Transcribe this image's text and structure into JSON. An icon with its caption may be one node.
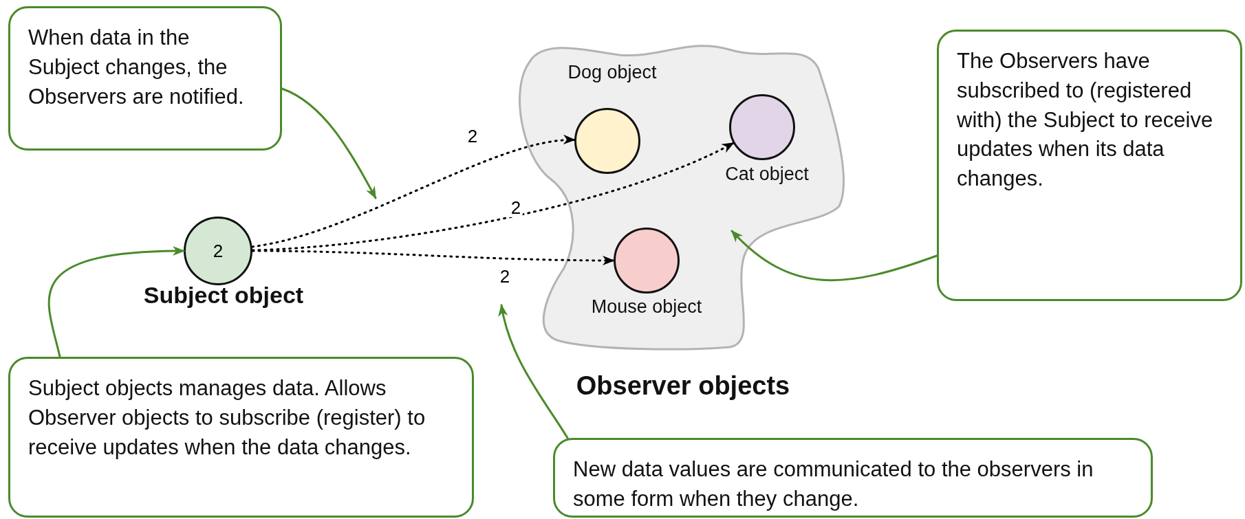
{
  "diagram": {
    "nodes": [
      {
        "text": [
          "When data in the Subject changes, the Observers are notified."
        ]
      },
      {
        "text": [
          "2",
          "Subject object"
        ]
      },
      {
        "text": [
          "Observer objects"
        ]
      },
      {
        "text": [
          "Dog object"
        ],
        "in": 2
      },
      {
        "text": [
          "Cat object"
        ],
        "in": 2
      },
      {
        "text": [
          "Mouse object"
        ],
        "in": 2
      },
      {
        "text": [
          "The Observers have subscribed to (registered with) the Subject to receive updates when its data changes."
        ]
      },
      {
        "text": [
          "Subject objects manages data. Allows Observer objects to subscribe (register) to receive updates when the data changes."
        ]
      },
      {
        "text": [
          "New data values are communicated to the observers in some form when they change."
        ]
      }
    ],
    "edges": [
      {
        "from": 1,
        "to": 3,
        "arrow": "to",
        "label": "2",
        "style": "dashed",
        "color": "#000000"
      },
      {
        "from": 1,
        "to": 4,
        "arrow": "to",
        "label": "2",
        "style": "dashed",
        "color": "#000000"
      },
      {
        "from": 1,
        "to": 5,
        "arrow": "to",
        "label": "2",
        "style": "dashed",
        "color": "#000000"
      },
      {
        "from": 0,
        "to": null,
        "arrow": "to"
      },
      {
        "from": 6,
        "to": 2,
        "arrow": "to"
      },
      {
        "from": 7,
        "to": 1,
        "arrow": "to"
      },
      {
        "from": 8,
        "to": null,
        "arrow": "to"
      }
    ]
  }
}
